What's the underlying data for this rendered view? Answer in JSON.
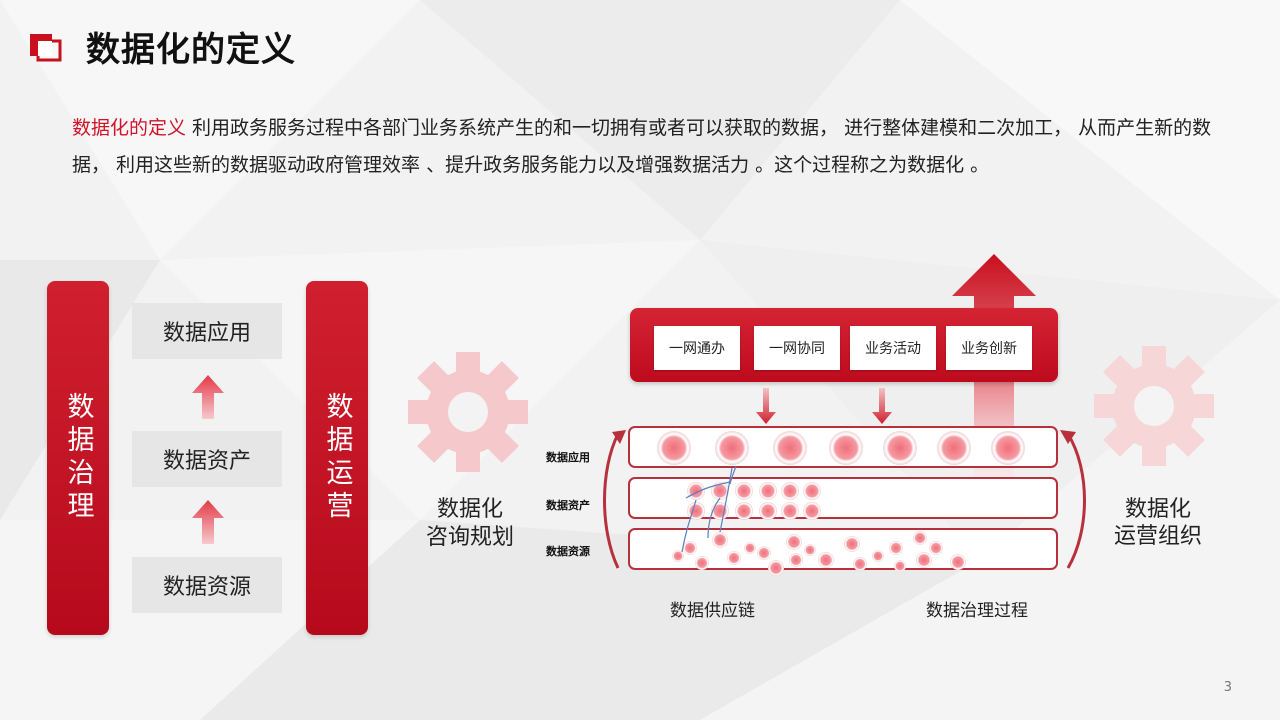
{
  "title": "数据化的定义",
  "intro": {
    "highlight": "数据化的定义",
    "text": " 利用政务服务过程中各部门业务系统产生的和一切拥有或者可以获取的数据，   进行整体建模和二次加工，  从而产生新的数据，   利用这些新的数据驱动政府管理效率 、提升政务服务能力以及增强数据活力 。这个过程称之为数据化 。"
  },
  "left": {
    "bar_left": "数据治理",
    "bar_right": "数据运营",
    "boxes": [
      "数据应用",
      "数据资产",
      "数据资源"
    ]
  },
  "middle": {
    "consult_label": "数据化\n咨询规划",
    "ops_label": "数据化\n运营组织"
  },
  "panel": {
    "chips": [
      "一网通办",
      "一网协同",
      "业务活动",
      "业务创新"
    ]
  },
  "layers": {
    "app": "数据应用",
    "asset": "数据资产",
    "resource": "数据资源"
  },
  "bottom": {
    "supply_chain": "数据供应链",
    "governance": "数据治理过程"
  },
  "page_number": "3",
  "colors": {
    "accent": "#d0132a",
    "bar": "#c3101f",
    "circle": "#f07c86"
  }
}
